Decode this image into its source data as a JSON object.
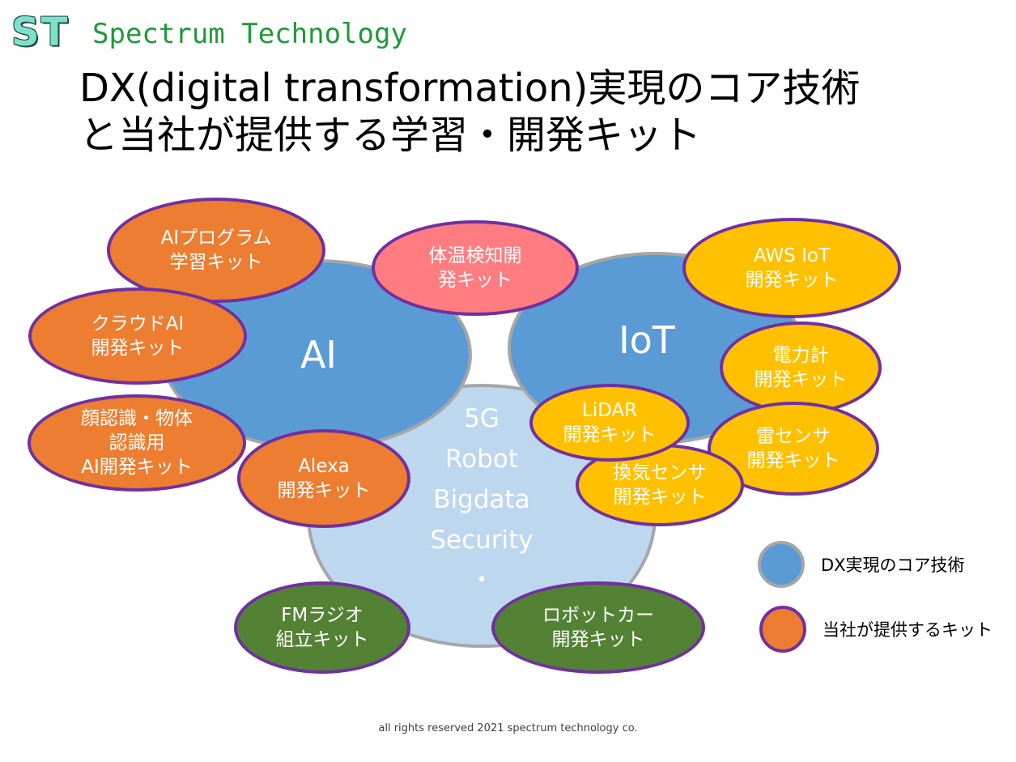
{
  "logo": {
    "mark": "ST",
    "company": "Spectrum Technology"
  },
  "title": {
    "line1": "DX(digital transformation)実現のコア技術",
    "line2": "と当社が提供する学習・開発キット"
  },
  "core": {
    "ai": "AI",
    "iot": "IoT",
    "other": "5G\nRobot\nBigdata\nSecurity\n・"
  },
  "kits": {
    "ai_program": "AIプログラム\n学習キット",
    "cloud_ai": "クラウドAI\n開発キット",
    "face_recog": "顔認識・物体\n認識用\nAI開発キット",
    "alexa": "Alexa\n開発キット",
    "temperature": "体温検知開\n発キット",
    "aws_iot": "AWS IoT\n開発キット",
    "power_meter": "電力計\n開発キット",
    "lidar": "LiDAR\n開発キット",
    "thunder": "雷センサ\n開発キット",
    "ventilation": "換気センサ\n開発キット",
    "fm_radio": "FMラジオ\n組立キット",
    "robot_car": "ロボットカー\n開発キット"
  },
  "legend": {
    "core_label": "DX実現のコア技術",
    "kit_label": "当社が提供するキット"
  },
  "footer": "all rights reserved 2021 spectrum technology co.",
  "colors": {
    "core_blue": "#5b9bd5",
    "core_light": "#bdd7ee",
    "kit_orange": "#ed7d31",
    "kit_yellow": "#ffc000",
    "kit_pink": "#ff7c80",
    "kit_green": "#548235",
    "kit_border": "#7030a0",
    "core_border": "#a6a6a6"
  }
}
